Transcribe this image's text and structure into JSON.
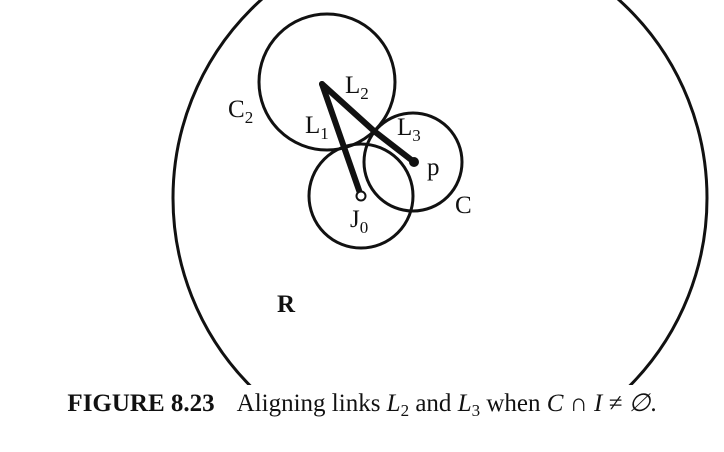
{
  "figure": {
    "labels": {
      "r": "R",
      "c2_main": "C",
      "c2_sub": "2",
      "l1_main": "L",
      "l1_sub": "1",
      "l2_main": "L",
      "l2_sub": "2",
      "l3_main": "L",
      "l3_sub": "3",
      "p": "p",
      "c": "C",
      "j0_main": "J",
      "j0_sub": "0"
    }
  },
  "caption": {
    "number": "FIGURE 8.23",
    "text_before": "Aligning links ",
    "l2_main": "L",
    "l2_sub": "2",
    "and": " and ",
    "l3_main": "L",
    "l3_sub": "3",
    "when": " when ",
    "condition": "C ∩ I ≠ ∅",
    "period": "."
  }
}
